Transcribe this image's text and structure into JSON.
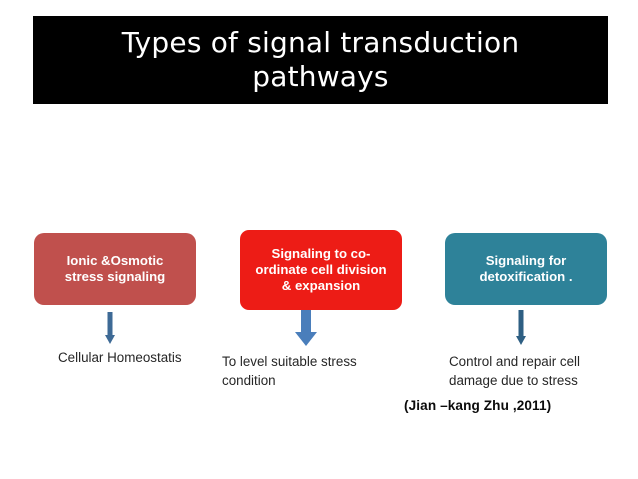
{
  "slide": {
    "background_color": "#ffffff",
    "title": {
      "text": "Types of signal transduction\npathways",
      "banner_color": "#000000",
      "text_color": "#ffffff"
    },
    "boxes": [
      {
        "id": "ionic",
        "label": "Ionic &Osmotic\nstress signaling",
        "color": "#C0504D",
        "text_color": "#ffffff"
      },
      {
        "id": "cell-division",
        "label": "Signaling to co-\nordinate cell division\n& expansion",
        "color": "#ED1C16",
        "text_color": "#ffffff"
      },
      {
        "id": "detoxification",
        "label": "Signaling for\ndetoxification .",
        "color": "#2E8299",
        "text_color": "#ffffff"
      }
    ],
    "arrows": [
      {
        "id": "ionic-arrow",
        "direction": "down",
        "color": "#3E6A96",
        "style": "thin"
      },
      {
        "id": "cell-division-arrow",
        "direction": "down",
        "color": "#4A7EBB",
        "style": "thick"
      },
      {
        "id": "detoxification-arrow",
        "direction": "down",
        "color": "#2E5F83",
        "style": "thin"
      }
    ],
    "captions": [
      {
        "id": "ionic",
        "text": "Cellular Homeostatis"
      },
      {
        "id": "cell-division",
        "text": "To level suitable stress\ncondition"
      },
      {
        "id": "detoxification",
        "text": "Control and repair cell\ndamage due to stress"
      }
    ],
    "citation": "(Jian –kang Zhu ,2011)"
  }
}
